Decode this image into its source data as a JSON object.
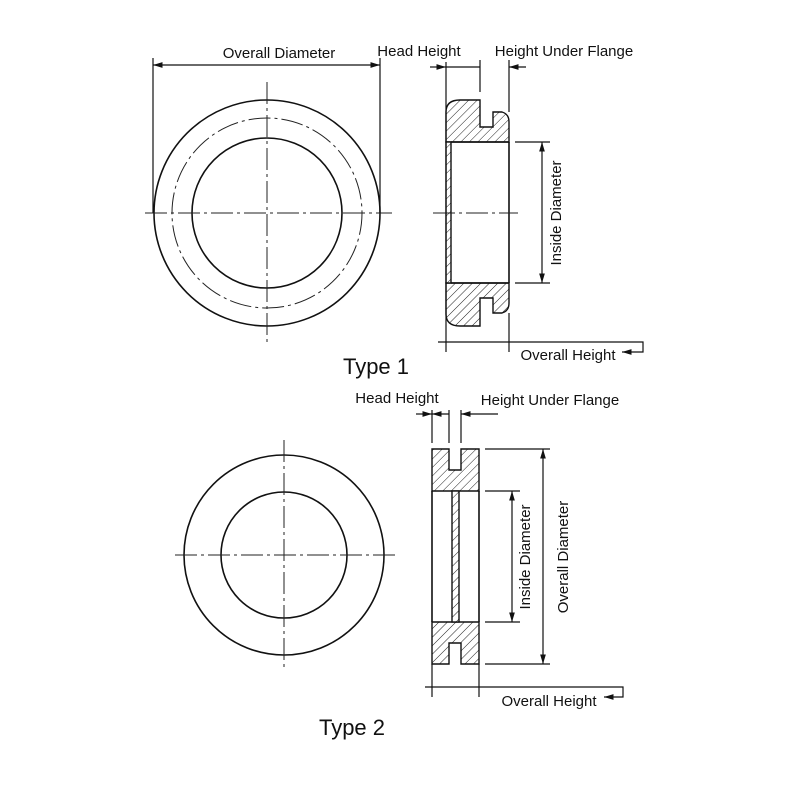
{
  "type1": {
    "title": "Type 1",
    "labels": {
      "overall_diameter": "Overall Diameter",
      "head_height": "Head Height",
      "height_under_flange": "Height Under Flange",
      "inside_diameter": "Inside Diameter",
      "overall_height": "Overall Height"
    }
  },
  "type2": {
    "title": "Type 2",
    "labels": {
      "head_height": "Head Height",
      "height_under_flange": "Height Under Flange",
      "inside_diameter": "Inside Diameter",
      "overall_diameter": "Overall Diameter",
      "overall_height": "Overall Height"
    }
  }
}
